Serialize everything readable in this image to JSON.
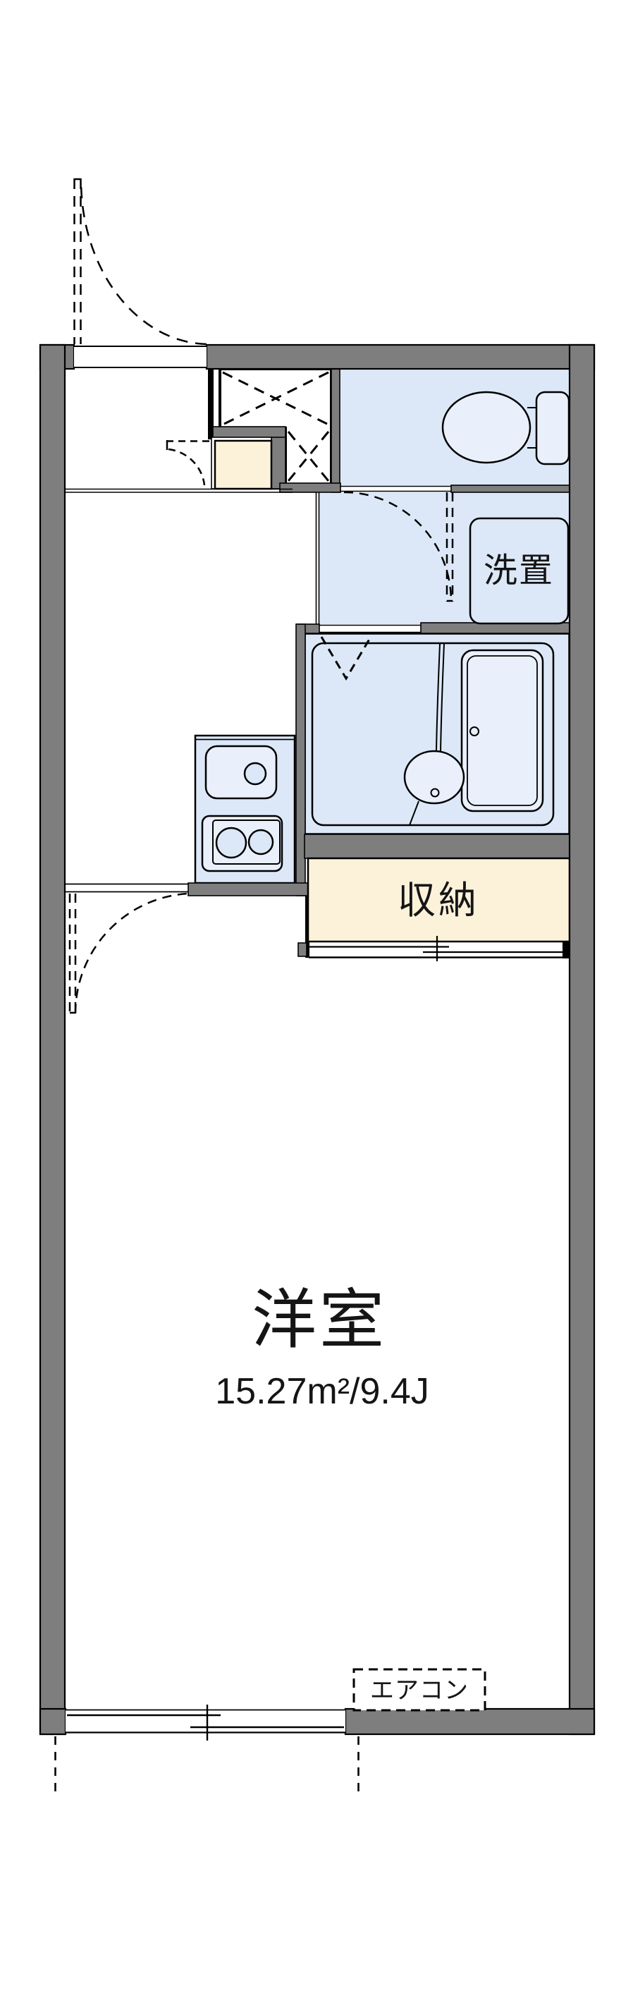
{
  "plan": {
    "rooms": {
      "western_room": {
        "label": "洋室",
        "area": "15.27m²/9.4J"
      },
      "storage": {
        "label": "収納"
      },
      "laundry_space": {
        "label": "洗置"
      }
    },
    "equipment": {
      "air_conditioner": {
        "label": "エアコン"
      }
    },
    "colors": {
      "wall_gray": "#7e7e7e",
      "room_blue": "#dce8f7",
      "fixture_blue": "#e9f0fb",
      "storage_cream": "#fcf2da",
      "outline_black": "#000000",
      "background_white": "#ffffff"
    }
  }
}
